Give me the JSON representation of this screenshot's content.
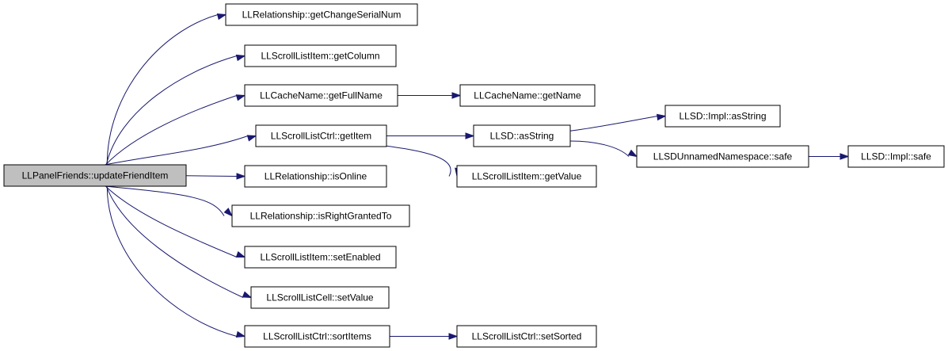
{
  "colors": {
    "root_fill": "#bfbfbf",
    "node_fill": "#ffffff",
    "edge": "#191970"
  },
  "nodes": [
    {
      "id": "n0",
      "label": "LLPanelFriends::updateFriendItem",
      "root": true
    },
    {
      "id": "n1",
      "label": "LLRelationship::getChangeSerialNum"
    },
    {
      "id": "n2",
      "label": "LLScrollListItem::getColumn"
    },
    {
      "id": "n3",
      "label": "LLCacheName::getFullName"
    },
    {
      "id": "n4",
      "label": "LLCacheName::getName"
    },
    {
      "id": "n5",
      "label": "LLScrollListCtrl::getItem"
    },
    {
      "id": "n6",
      "label": "LLSD::asString"
    },
    {
      "id": "n7",
      "label": "LLSD::Impl::asString"
    },
    {
      "id": "n8",
      "label": "LLSDUnnamedNamespace::safe"
    },
    {
      "id": "n9",
      "label": "LLSD::Impl::safe"
    },
    {
      "id": "n10",
      "label": "LLScrollListItem::getValue"
    },
    {
      "id": "n11",
      "label": "LLRelationship::isOnline"
    },
    {
      "id": "n12",
      "label": "LLRelationship::isRightGrantedTo"
    },
    {
      "id": "n13",
      "label": "LLScrollListItem::setEnabled"
    },
    {
      "id": "n14",
      "label": "LLScrollListCell::setValue"
    },
    {
      "id": "n15",
      "label": "LLScrollListCtrl::sortItems"
    },
    {
      "id": "n16",
      "label": "LLScrollListCtrl::setSorted"
    }
  ],
  "edges": [
    {
      "from": "n0",
      "to": "n1"
    },
    {
      "from": "n0",
      "to": "n2"
    },
    {
      "from": "n0",
      "to": "n3"
    },
    {
      "from": "n3",
      "to": "n4"
    },
    {
      "from": "n0",
      "to": "n5"
    },
    {
      "from": "n5",
      "to": "n6"
    },
    {
      "from": "n6",
      "to": "n7"
    },
    {
      "from": "n6",
      "to": "n8"
    },
    {
      "from": "n8",
      "to": "n9"
    },
    {
      "from": "n5",
      "to": "n10"
    },
    {
      "from": "n0",
      "to": "n11"
    },
    {
      "from": "n0",
      "to": "n12"
    },
    {
      "from": "n0",
      "to": "n13"
    },
    {
      "from": "n0",
      "to": "n14"
    },
    {
      "from": "n0",
      "to": "n15"
    },
    {
      "from": "n15",
      "to": "n16"
    }
  ]
}
